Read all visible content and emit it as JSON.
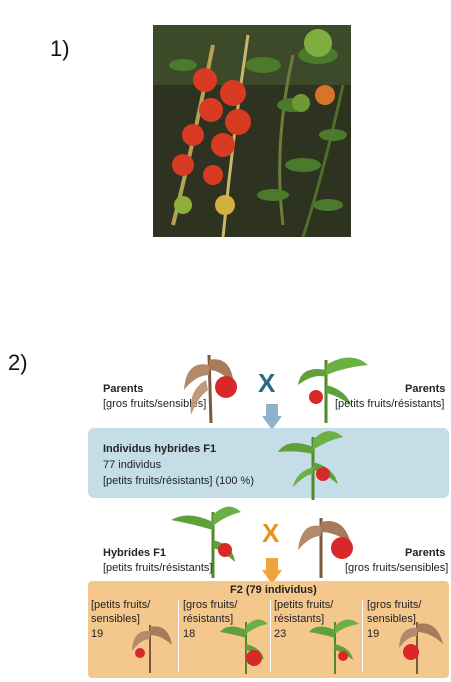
{
  "labels": {
    "one": "1)",
    "two": "2)"
  },
  "cross_symbol": "X",
  "parents_left": {
    "title": "Parents",
    "phenotype": "[gros fruits/sensibles]"
  },
  "parents_right": {
    "title": "Parents",
    "phenotype": "[petits fruits/résistants]"
  },
  "f1": {
    "title": "Individus hybrides F1",
    "count": "77 individus",
    "phenotype": "[petits fruits/résistants] (100 %)"
  },
  "hybrids_left": {
    "title": "Hybrides F1",
    "phenotype": "[petits fruits/résistants]"
  },
  "parents_right2": {
    "title": "Parents",
    "phenotype": "[gros fruits/sensibles]"
  },
  "f2": {
    "title": "F2 (79 individus)",
    "groups": [
      {
        "line1": "[petits fruits/",
        "line2": "sensibles]",
        "count": "19"
      },
      {
        "line1": "[gros fruits/",
        "line2": "résistants]",
        "count": "18"
      },
      {
        "line1": "[petits fruits/",
        "line2": "résistants]",
        "count": "23"
      },
      {
        "line1": "[gros fruits/",
        "line2": "sensibles]",
        "count": "19"
      }
    ]
  },
  "colors": {
    "f1_box": "#c4dde6",
    "f2_box": "#f4c78c",
    "cross_top": "#2a6b8a",
    "cross_bottom": "#e8911e",
    "arrow_top": "#8fb4c9",
    "arrow_bottom": "#f0a53a"
  }
}
